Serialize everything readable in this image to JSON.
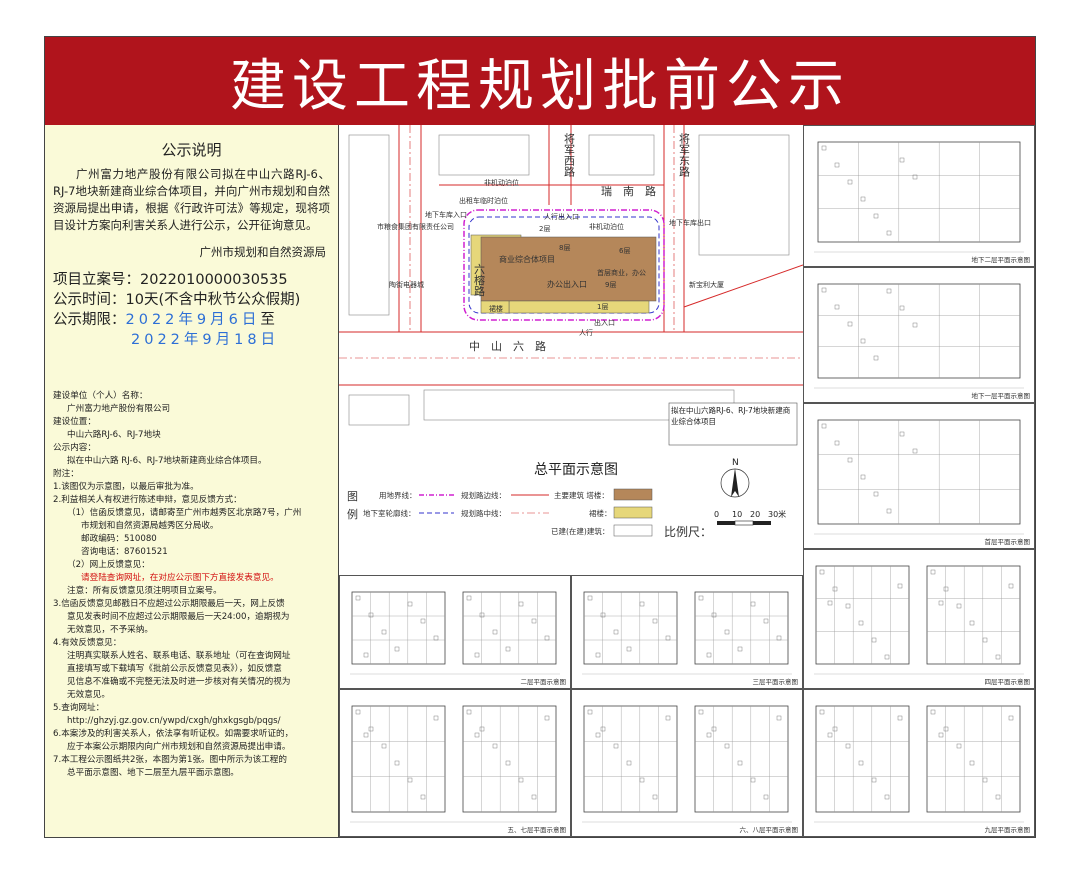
{
  "header": {
    "title": "建设工程规划批前公示"
  },
  "notice": {
    "title": "公示说明",
    "body": "广州富力地产股份有限公司拟在中山六路RJ-6、RJ-7地块新建商业综合体项目，并向广州市规划和自然资源局提出申请，根据《行政许可法》等规定，现将项目设计方案向利害关系人进行公示，公开征询意见。",
    "org": "广州市规划和自然资源局",
    "case_label": "项目立案号：",
    "case_no": "2022010000030535",
    "period_label": "公示时间：",
    "period": "10天(不含中秋节公众假期)",
    "term_label": "公示期限：",
    "term_start": "2022年9月6日",
    "term_to": "至",
    "term_end": "2022年9月18日"
  },
  "details": {
    "unit_label": "建设单位（个人）名称：",
    "unit": "广州富力地产股份有限公司",
    "location_label": "建设位置：",
    "location": "中山六路RJ-6、RJ-7地块",
    "content_label": "公示内容：",
    "content": "拟在中山六路 RJ-6、RJ-7地块新建商业综合体项目。",
    "notes_label": "附注：",
    "n1": "1.该图仅为示意图，以最后审批为准。",
    "n2": "2.利益相关人有权进行陈述申辩，意见反馈方式：",
    "n2a": "（1）信函反馈意见，请邮寄至广州市越秀区北京路7号，广州",
    "n2a2": "市规划和自然资源局越秀区分局收。",
    "postcode": "邮政编码：510080",
    "phone": "咨询电话：87601521",
    "n2b": "（2）网上反馈意见：",
    "n2b_red": "请登陆查询网址，在对应公示图下方直接发表意见。",
    "n2c": "注意：所有反馈意见须注明项目立案号。",
    "n3": "3.信函反馈意见邮戳日不应超过公示期限最后一天，网上反馈",
    "n3b": "意见发表时间不应超过公示期限最后一天24:00，逾期视为",
    "n3c": "无效意见，不予采纳。",
    "n4": "4.有效反馈意见：",
    "n4a": "注明真实联系人姓名、联系电话、联系地址（可在查询网址",
    "n4b": "直接填写或下载填写《批前公示反馈意见表》），如反馈意",
    "n4c": "见信息不准确或不完整无法及时进一步核对有关情况的视为",
    "n4d": "无效意见。",
    "n5": "5.查询网址：",
    "n5url": "http://ghzyj.gz.gov.cn/ywpd/cxgh/ghxkgsgb/pqgs/",
    "n6": "6.本案涉及的利害关系人，依法享有听证权。如需要求听证的，",
    "n6b": "应于本案公示期限内向广州市规划和自然资源局提出申请。",
    "n7": "7.本工程公示图纸共2张，本图为第1张。图中所示为该工程的",
    "n7b": "总平面示意图、地下二层至九层平面示意图。"
  },
  "site_plan": {
    "title": "总平面示意图",
    "roads": {
      "zhongshan": "中　山　六　路",
      "liurong": "六榕路",
      "jiangjun_west": "将军西路",
      "jiangjun_east": "将军东路",
      "ruinan": "瑞　南　路"
    },
    "labels": {
      "l1": "非机动泊位",
      "l2": "出租车临时泊位",
      "l3": "地下车库入口",
      "l4": "市粮食集团有限责任公司",
      "l5": "人行出入口",
      "l6": "非机动泊位",
      "l7": "地下车库出口",
      "l8": "商业综合体项目",
      "l9": "办公出入口",
      "l10": "首层商业，办公",
      "l11": "陶街电器城",
      "l12": "新宝利大厦",
      "l13": "出入口",
      "l14": "裙楼",
      "l15": "2层",
      "l16": "8层",
      "l17": "9层",
      "l18": "6层",
      "l19": "1层",
      "l20": "人行"
    },
    "project_note": "拟在中山六路RJ-6、RJ-7地块新建商业综合体项目",
    "legend": {
      "label1": "图",
      "label2": "例",
      "a": "用地界线：",
      "b": "规划路边线：",
      "c": "主要建筑 塔楼：",
      "d": "地下室轮廓线：",
      "e": "规划路中线：",
      "f": "裙楼：",
      "g": "已建(在建)建筑：",
      "scale": "比例尺：",
      "north": "N",
      "scale_ticks": [
        "0",
        "10",
        "20",
        "30米"
      ]
    },
    "colors": {
      "tower": "#b5875a",
      "podium": "#e6d77a",
      "boundary": "#d020d0",
      "basement": "#3333cc",
      "road": "#d62a2a"
    }
  },
  "floor_plans": [
    {
      "label": "地下二层平面示意图"
    },
    {
      "label": "地下一层平面示意图"
    },
    {
      "label": "首层平面示意图"
    },
    {
      "label": "二层平面示意图"
    },
    {
      "label": "三层平面示意图"
    },
    {
      "label": "四层平面示意图"
    },
    {
      "label": "五、七层平面示意图"
    },
    {
      "label": "六、八层平面示意图"
    },
    {
      "label": "九层平面示意图"
    }
  ]
}
